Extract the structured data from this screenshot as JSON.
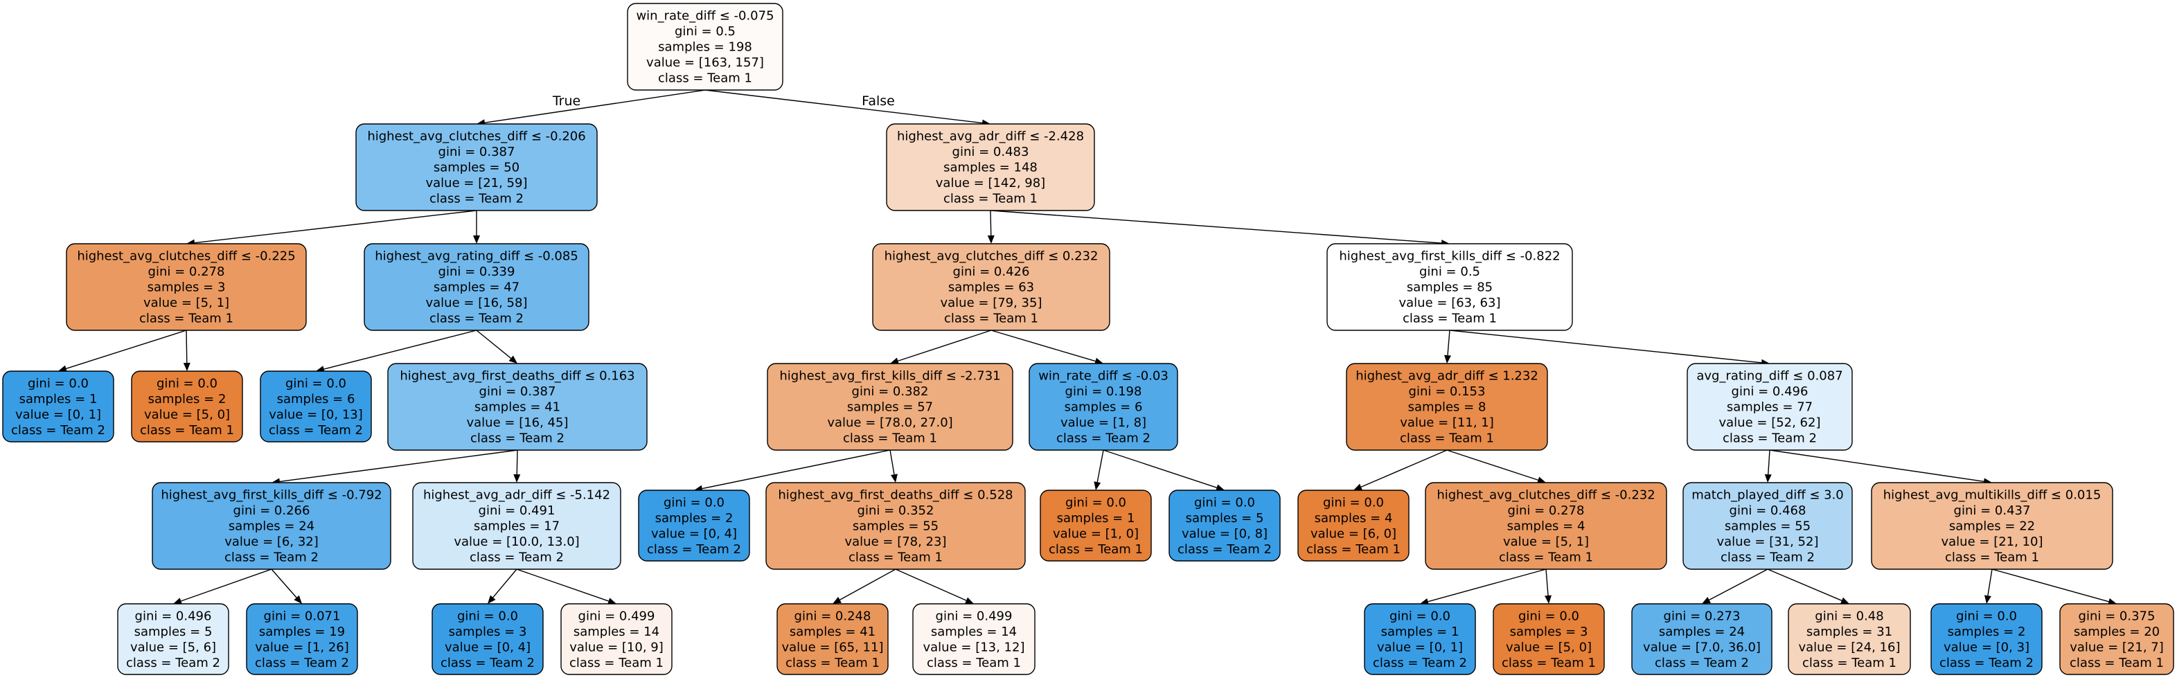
{
  "nodes": [
    {
      "id": "n0",
      "lines": [
        "win_rate_diff ≤ -0.075",
        "gini = 0.5",
        "samples = 198",
        "value = [163, 157]",
        "class = Team 1"
      ],
      "fill": "#fefaf7"
    },
    {
      "id": "n1",
      "lines": [
        "highest_avg_clutches_diff ≤ -0.206",
        "gini = 0.387",
        "samples = 50",
        "value = [21, 59]",
        "class = Team 2"
      ],
      "fill": "#80c0ee"
    },
    {
      "id": "n2",
      "lines": [
        "highest_avg_clutches_diff ≤ -0.225",
        "gini = 0.278",
        "samples = 3",
        "value = [5, 1]",
        "class = Team 1"
      ],
      "fill": "#ea9a61"
    },
    {
      "id": "n3",
      "lines": [
        "gini = 0.0",
        "samples = 1",
        "value = [0, 1]",
        "class = Team 2"
      ],
      "fill": "#399de5"
    },
    {
      "id": "n4",
      "lines": [
        "gini = 0.0",
        "samples = 2",
        "value = [5, 0]",
        "class = Team 1"
      ],
      "fill": "#e58139"
    },
    {
      "id": "n5",
      "lines": [
        "highest_avg_rating_diff ≤ -0.085",
        "gini = 0.339",
        "samples = 47",
        "value = [16, 58]",
        "class = Team 2"
      ],
      "fill": "#70b8ec"
    },
    {
      "id": "n6",
      "lines": [
        "gini = 0.0",
        "samples = 6",
        "value = [0, 13]",
        "class = Team 2"
      ],
      "fill": "#399de5"
    },
    {
      "id": "n7",
      "lines": [
        "highest_avg_first_deaths_diff ≤ 0.163",
        "gini = 0.387",
        "samples = 41",
        "value = [16, 45]",
        "class = Team 2"
      ],
      "fill": "#80c0ee"
    },
    {
      "id": "n8",
      "lines": [
        "highest_avg_first_kills_diff ≤ -0.792",
        "gini = 0.266",
        "samples = 24",
        "value = [6, 32]",
        "class = Team 2"
      ],
      "fill": "#5eafea"
    },
    {
      "id": "n9",
      "lines": [
        "gini = 0.496",
        "samples = 5",
        "value = [5, 6]",
        "class = Team 2"
      ],
      "fill": "#deeffb"
    },
    {
      "id": "n10",
      "lines": [
        "gini = 0.071",
        "samples = 19",
        "value = [1, 26]",
        "class = Team 2"
      ],
      "fill": "#41a1e6"
    },
    {
      "id": "n11",
      "lines": [
        "highest_avg_adr_diff ≤ -5.142",
        "gini = 0.491",
        "samples = 17",
        "value = [10.0, 13.0]",
        "class = Team 2"
      ],
      "fill": "#d1e8f9"
    },
    {
      "id": "n12",
      "lines": [
        "gini = 0.0",
        "samples = 3",
        "value = [0, 4]",
        "class = Team 2"
      ],
      "fill": "#399de5"
    },
    {
      "id": "n13",
      "lines": [
        "gini = 0.499",
        "samples = 14",
        "value = [10, 9]",
        "class = Team 1"
      ],
      "fill": "#fcf2eb"
    },
    {
      "id": "n14",
      "lines": [
        "highest_avg_adr_diff ≤ -2.428",
        "gini = 0.483",
        "samples = 148",
        "value = [142, 98]",
        "class = Team 1"
      ],
      "fill": "#f7d8c2"
    },
    {
      "id": "n15",
      "lines": [
        "highest_avg_clutches_diff ≤ 0.232",
        "gini = 0.426",
        "samples = 63",
        "value = [79, 35]",
        "class = Team 1"
      ],
      "fill": "#f1b991"
    },
    {
      "id": "n16",
      "lines": [
        "highest_avg_first_kills_diff ≤ -2.731",
        "gini = 0.382",
        "samples = 57",
        "value = [78.0, 27.0]",
        "class = Team 1"
      ],
      "fill": "#eead7e"
    },
    {
      "id": "n17",
      "lines": [
        "gini = 0.0",
        "samples = 2",
        "value = [0, 4]",
        "class = Team 2"
      ],
      "fill": "#399de5"
    },
    {
      "id": "n18",
      "lines": [
        "highest_avg_first_deaths_diff ≤ 0.528",
        "gini = 0.352",
        "samples = 55",
        "value = [78, 23]",
        "class = Team 1"
      ],
      "fill": "#eda673"
    },
    {
      "id": "n19",
      "lines": [
        "gini = 0.248",
        "samples = 41",
        "value = [65, 11]",
        "class = Team 1"
      ],
      "fill": "#e9965b"
    },
    {
      "id": "n20",
      "lines": [
        "gini = 0.499",
        "samples = 14",
        "value = [13, 12]",
        "class = Team 1"
      ],
      "fill": "#fdf5f0"
    },
    {
      "id": "n21",
      "lines": [
        "win_rate_diff ≤ -0.03",
        "gini = 0.198",
        "samples = 6",
        "value = [1, 8]",
        "class = Team 2"
      ],
      "fill": "#52a9e8"
    },
    {
      "id": "n22",
      "lines": [
        "gini = 0.0",
        "samples = 1",
        "value = [1, 0]",
        "class = Team 1"
      ],
      "fill": "#e58139"
    },
    {
      "id": "n23",
      "lines": [
        "gini = 0.0",
        "samples = 5",
        "value = [0, 8]",
        "class = Team 2"
      ],
      "fill": "#399de5"
    },
    {
      "id": "n24",
      "lines": [
        "highest_avg_first_kills_diff ≤ -0.822",
        "gini = 0.5",
        "samples = 85",
        "value = [63, 63]",
        "class = Team 1"
      ],
      "fill": "#ffffff"
    },
    {
      "id": "n25",
      "lines": [
        "highest_avg_adr_diff ≤ 1.232",
        "gini = 0.153",
        "samples = 8",
        "value = [11, 1]",
        "class = Team 1"
      ],
      "fill": "#e78c4b"
    },
    {
      "id": "n26",
      "lines": [
        "gini = 0.0",
        "samples = 4",
        "value = [6, 0]",
        "class = Team 1"
      ],
      "fill": "#e58139"
    },
    {
      "id": "n27",
      "lines": [
        "highest_avg_clutches_diff ≤ -0.232",
        "gini = 0.278",
        "samples = 4",
        "value = [5, 1]",
        "class = Team 1"
      ],
      "fill": "#ea9a61"
    },
    {
      "id": "n28",
      "lines": [
        "gini = 0.0",
        "samples = 1",
        "value = [0, 1]",
        "class = Team 2"
      ],
      "fill": "#399de5"
    },
    {
      "id": "n29",
      "lines": [
        "gini = 0.0",
        "samples = 3",
        "value = [5, 0]",
        "class = Team 1"
      ],
      "fill": "#e58139"
    },
    {
      "id": "n30",
      "lines": [
        "avg_rating_diff ≤ 0.087",
        "gini = 0.496",
        "samples = 77",
        "value = [52, 62]",
        "class = Team 2"
      ],
      "fill": "#dfeffb"
    },
    {
      "id": "n31",
      "lines": [
        "match_played_diff ≤ 3.0",
        "gini = 0.468",
        "samples = 55",
        "value = [31, 52]",
        "class = Team 2"
      ],
      "fill": "#afd7f4"
    },
    {
      "id": "n32",
      "lines": [
        "gini = 0.273",
        "samples = 24",
        "value = [7.0, 36.0]",
        "class = Team 2"
      ],
      "fill": "#60b0ea"
    },
    {
      "id": "n33",
      "lines": [
        "gini = 0.48",
        "samples = 31",
        "value = [24, 16]",
        "class = Team 1"
      ],
      "fill": "#f6d5bd"
    },
    {
      "id": "n34",
      "lines": [
        "highest_avg_multikills_diff ≤ 0.015",
        "gini = 0.437",
        "samples = 22",
        "value = [21, 10]",
        "class = Team 1"
      ],
      "fill": "#f1bc96"
    },
    {
      "id": "n35",
      "lines": [
        "gini = 0.0",
        "samples = 2",
        "value = [0, 3]",
        "class = Team 2"
      ],
      "fill": "#399de5"
    },
    {
      "id": "n36",
      "lines": [
        "gini = 0.375",
        "samples = 20",
        "value = [21, 7]",
        "class = Team 1"
      ],
      "fill": "#eeab7b"
    }
  ],
  "edges": [
    [
      "n0",
      "n1"
    ],
    [
      "n0",
      "n14"
    ],
    [
      "n1",
      "n2"
    ],
    [
      "n1",
      "n5"
    ],
    [
      "n2",
      "n3"
    ],
    [
      "n2",
      "n4"
    ],
    [
      "n5",
      "n6"
    ],
    [
      "n5",
      "n7"
    ],
    [
      "n7",
      "n8"
    ],
    [
      "n7",
      "n11"
    ],
    [
      "n8",
      "n9"
    ],
    [
      "n8",
      "n10"
    ],
    [
      "n11",
      "n12"
    ],
    [
      "n11",
      "n13"
    ],
    [
      "n14",
      "n15"
    ],
    [
      "n14",
      "n24"
    ],
    [
      "n15",
      "n16"
    ],
    [
      "n15",
      "n21"
    ],
    [
      "n16",
      "n17"
    ],
    [
      "n16",
      "n18"
    ],
    [
      "n18",
      "n19"
    ],
    [
      "n18",
      "n20"
    ],
    [
      "n21",
      "n22"
    ],
    [
      "n21",
      "n23"
    ],
    [
      "n24",
      "n25"
    ],
    [
      "n24",
      "n30"
    ],
    [
      "n25",
      "n26"
    ],
    [
      "n25",
      "n27"
    ],
    [
      "n27",
      "n28"
    ],
    [
      "n27",
      "n29"
    ],
    [
      "n30",
      "n31"
    ],
    [
      "n30",
      "n34"
    ],
    [
      "n31",
      "n32"
    ],
    [
      "n31",
      "n33"
    ],
    [
      "n34",
      "n35"
    ],
    [
      "n34",
      "n36"
    ]
  ],
  "edge_labels": {
    "true": "True",
    "false": "False"
  }
}
